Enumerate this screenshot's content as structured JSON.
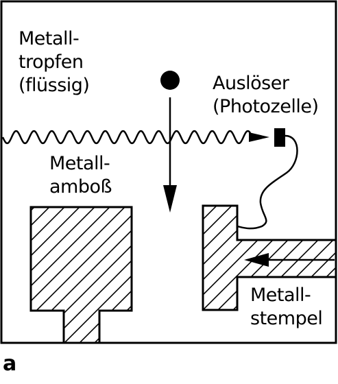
{
  "labels": {
    "droplet": [
      "Metall-",
      "tropfen",
      "(flüssig)"
    ],
    "trigger": [
      "Auslöser",
      "(Photozelle)"
    ],
    "anvil": [
      "Metall-",
      "amboß"
    ],
    "punch": [
      "Metall-",
      "stempel"
    ]
  },
  "panel_label": "a",
  "colors": {
    "stroke": "#000000",
    "background": "#ffffff"
  }
}
